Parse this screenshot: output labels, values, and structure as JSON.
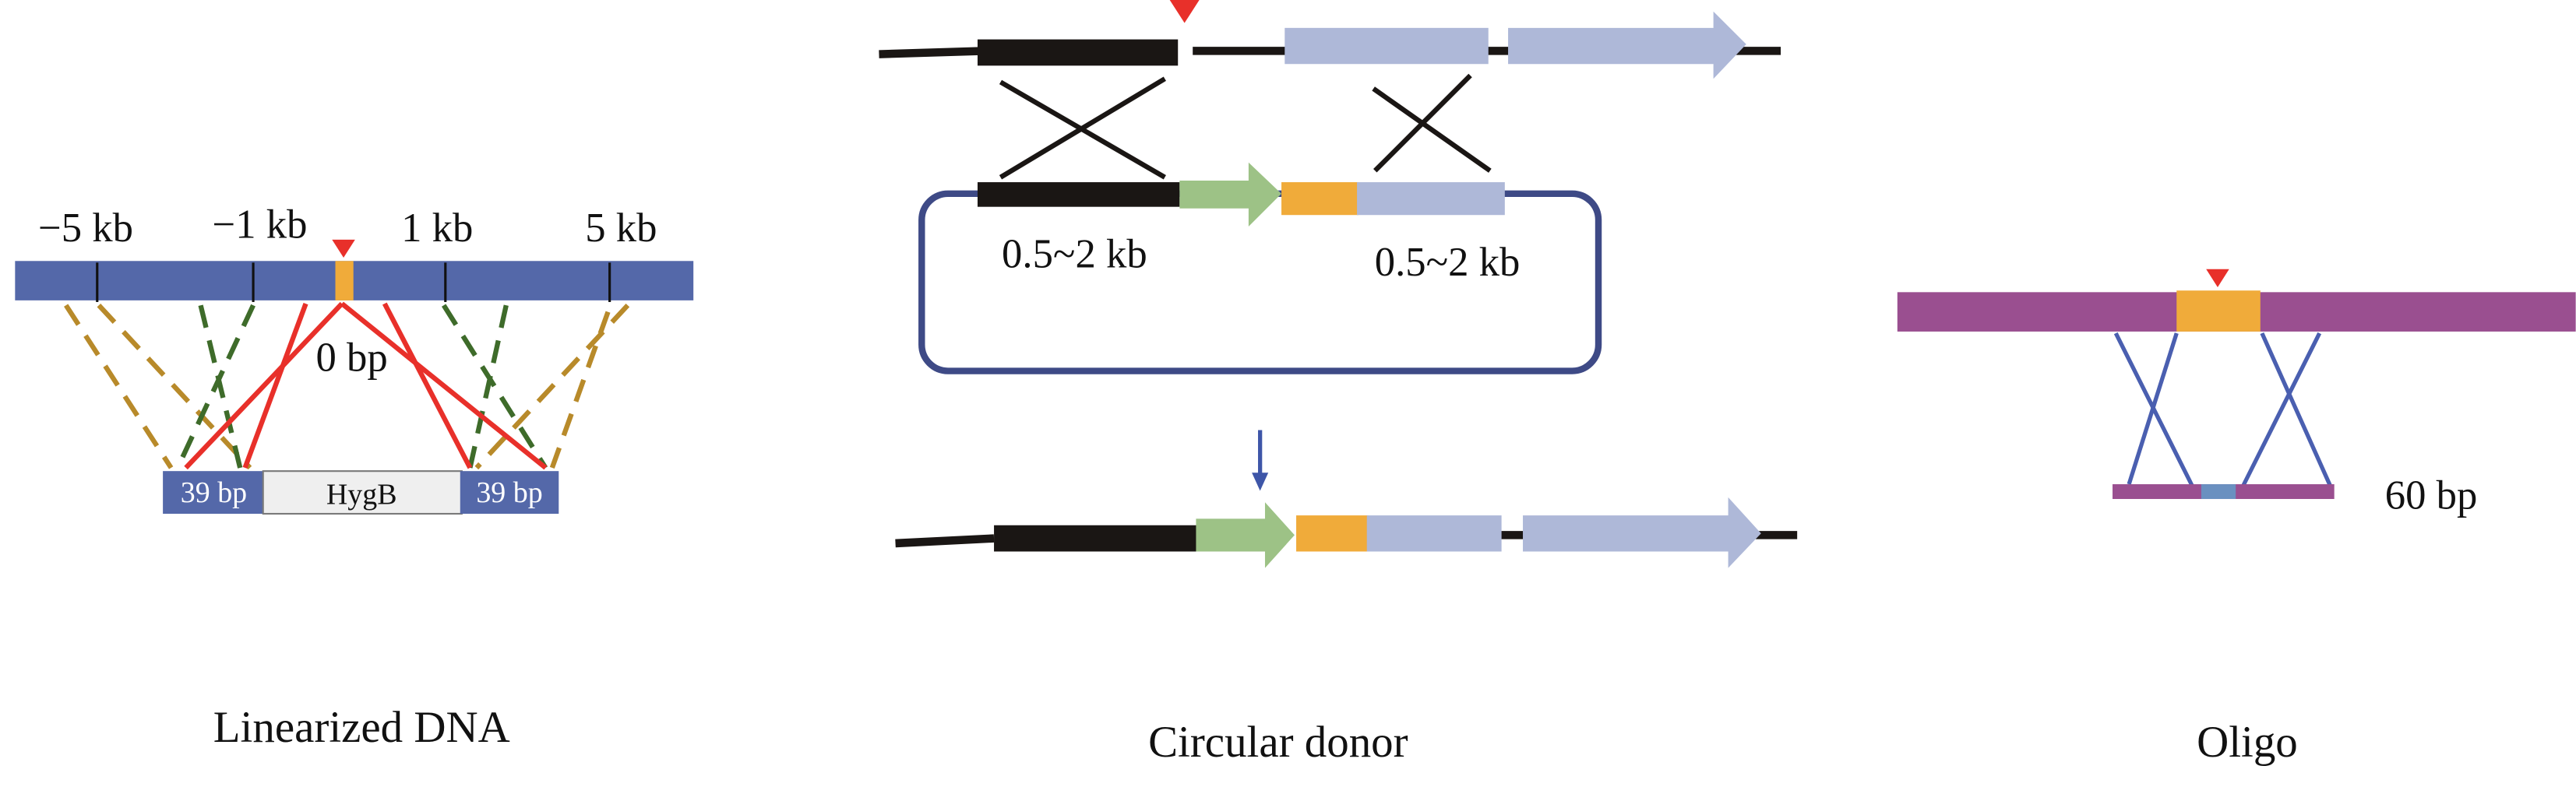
{
  "colors": {
    "chromosome_blue": "#5468a9",
    "target_orange": "#f0ab3a",
    "cut_red": "#e8302a",
    "homology_red": "#e8302a",
    "dash_green": "#3e6b2a",
    "dash_gold": "#b88a2a",
    "gene_lightblue": "#aeb8d8",
    "marker_green": "#9dc286",
    "black_arm": "#1a1614",
    "plasmid_navy": "#3e4a86",
    "oligo_purple": "#9a4f90",
    "oligo_center_blue": "#6a90c0",
    "cross_blue": "#4a5fb0",
    "hygb_fill": "#efefef"
  },
  "panels": {
    "linearized": {
      "caption": "Linearized DNA",
      "ticks": [
        "−5 kb",
        "−1 kb",
        "1 kb",
        "5 kb"
      ],
      "center_label": "0 bp",
      "cassette": {
        "left_arm": "39 bp",
        "marker": "HygB",
        "right_arm": "39 bp"
      }
    },
    "circular": {
      "caption": "Circular donor",
      "left_arm_label": "0.5~2 kb",
      "right_arm_label": "0.5~2 kb"
    },
    "oligo": {
      "caption": "Oligo",
      "length_label": "60 bp"
    }
  }
}
